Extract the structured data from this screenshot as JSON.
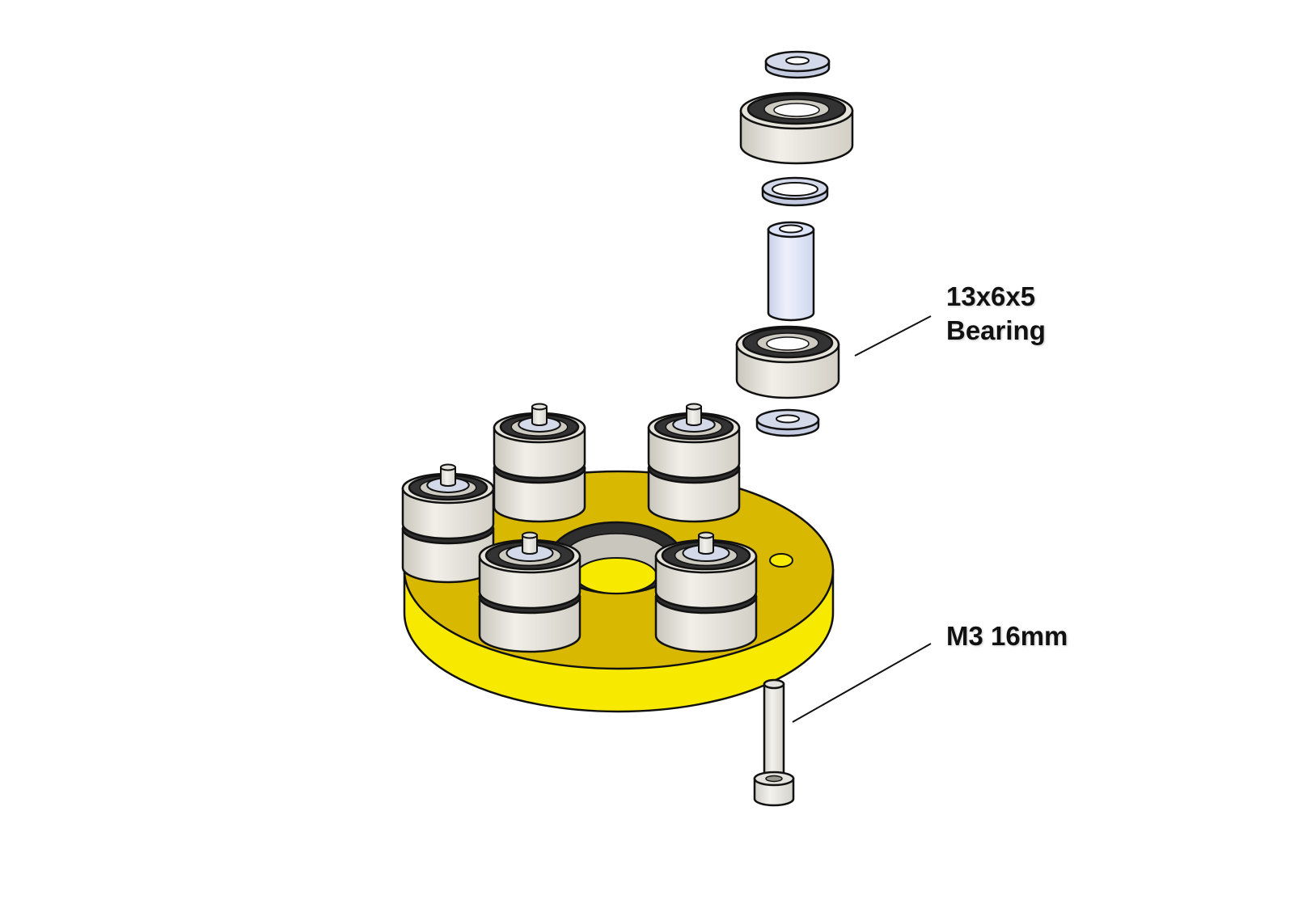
{
  "labels": {
    "bearing_line1": "13x6x5",
    "bearing_line2": "Bearing",
    "screw": "M3 16mm"
  },
  "colors": {
    "plate_top": "#d8b800",
    "plate_side": "#f7ea00",
    "bearing_shell": "#e6e3da",
    "bearing_seal": "#3a3a3a",
    "washer": "#d3d9e9",
    "spacer": "#dde3f8",
    "screw": "#e4e2dc",
    "outline": "#111111"
  }
}
